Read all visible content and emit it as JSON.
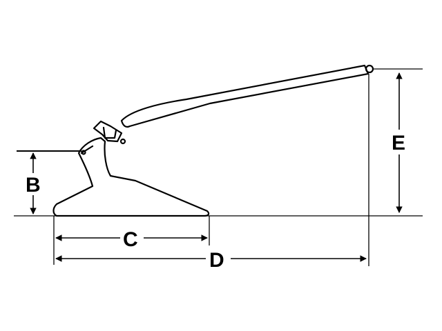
{
  "diagram": {
    "labels": {
      "b": "B",
      "c": "C",
      "d": "D",
      "e": "E"
    },
    "colors": {
      "line": "#000000",
      "background": "#ffffff"
    }
  }
}
